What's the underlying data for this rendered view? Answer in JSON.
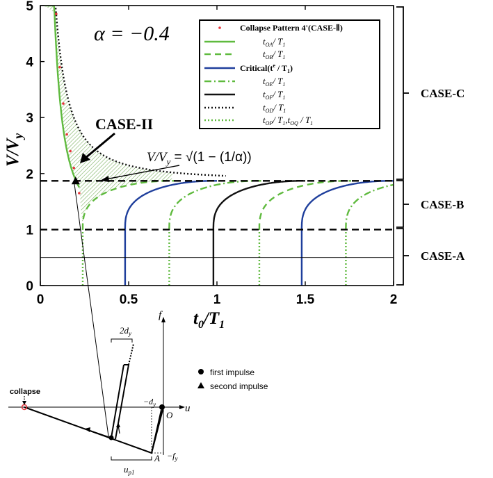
{
  "chart_data": {
    "type": "line",
    "title": "",
    "xlabel_main": "t",
    "xlabel_sub": "0",
    "xlabel_rest": "/T",
    "xlabel_sub2": "1",
    "ylabel_main": "V/V",
    "ylabel_sub": "y",
    "xlim": [
      0,
      2
    ],
    "ylim": [
      0,
      5
    ],
    "x_ticks": [
      0,
      0.5,
      1,
      1.5,
      2
    ],
    "x_tick_labels": [
      "0",
      "0.5",
      "1",
      "1.5",
      "2"
    ],
    "y_ticks": [
      0,
      1,
      2,
      3,
      4,
      5
    ],
    "y_tick_labels": [
      "0",
      "1",
      "2",
      "3",
      "4",
      "5"
    ],
    "alpha_label": "α = −0.4",
    "case2_label": "CASE-II",
    "formula_label": "V/V",
    "formula_sub": "y",
    "formula_rest": " = √(1 − (1/α))",
    "case_labels": [
      "CASE-C",
      "CASE-B",
      "CASE-A"
    ],
    "reference_levels": {
      "asymptote": 1.87,
      "yield": 1.0,
      "thin_line": 0.5
    },
    "legend": [
      {
        "label": "Collapse Pattern 4'(CASE-Ⅱ)",
        "style": "points",
        "color": "#e8343a"
      },
      {
        "label": "t",
        "sub": "OA",
        "rest": "/ T",
        "sub2": "1",
        "style": "solid",
        "color": "#5fba3e"
      },
      {
        "label": "t",
        "sub": "OB",
        "rest": "/ T",
        "sub2": "1",
        "style": "dashed",
        "color": "#5fba3e"
      },
      {
        "label": "Critical(t",
        "sup": "e",
        "rest": " / T",
        "sub2": "1",
        "tail": ")",
        "style": "solid",
        "color": "#1f3f9c"
      },
      {
        "label": "t",
        "sub": "OE",
        "rest": "/ T",
        "sub2": "1",
        "style": "dashdot",
        "color": "#5fba3e"
      },
      {
        "label": "t",
        "sub": "OF",
        "rest": "/ T",
        "sub2": "1",
        "style": "solid",
        "color": "#111111"
      },
      {
        "label": "t",
        "sub": "OD",
        "rest": "/ T",
        "sub2": "1",
        "style": "dotted",
        "color": "#111111"
      },
      {
        "label": "t",
        "sub": "OP",
        "rest": "/ T",
        "sub2": "1",
        "tail": ",t",
        "sub3": "OQ",
        "rest2": " / T",
        "sub4": "1",
        "style": "dotted",
        "color": "#5fba3e"
      }
    ],
    "series": [
      {
        "name": "tOA/T1",
        "style": "solid",
        "color": "#5fba3e",
        "kind": "decay",
        "x0": 0.0,
        "x_end": 0.22
      },
      {
        "name": "tOD/T1",
        "style": "dotted",
        "color": "#111111",
        "kind": "decay",
        "x0": 0.0,
        "x_end": 1.0
      },
      {
        "name": "tOB/T1",
        "style": "dashed",
        "color": "#5fba3e",
        "kind": "rise",
        "x0": 0.24
      },
      {
        "name": "Critical(te/T1)",
        "style": "solid",
        "color": "#1f3f9c",
        "kind": "rise",
        "x0": 0.48
      },
      {
        "name": "tOE/T1",
        "style": "dashdot",
        "color": "#5fba3e",
        "kind": "rise",
        "x0": 0.73
      },
      {
        "name": "tOF/T1",
        "style": "solid",
        "color": "#111111",
        "kind": "rise",
        "x0": 0.98
      },
      {
        "name": "tOB/T1",
        "style": "dashed",
        "color": "#5fba3e",
        "kind": "rise",
        "x0": 1.24
      },
      {
        "name": "Critical(te/T1)",
        "style": "solid",
        "color": "#1f3f9c",
        "kind": "rise",
        "x0": 1.48
      },
      {
        "name": "tOE/T1",
        "style": "dashdot",
        "color": "#5fba3e",
        "kind": "rise",
        "x0": 1.73
      }
    ],
    "vertical_lines": [
      {
        "x": 0.24,
        "style": "dotted",
        "color": "#5fba3e"
      },
      {
        "x": 0.48,
        "style": "solid",
        "color": "#1f3f9c"
      },
      {
        "x": 0.73,
        "style": "dotted",
        "color": "#5fba3e"
      },
      {
        "x": 0.98,
        "style": "solid",
        "color": "#111111"
      },
      {
        "x": 1.24,
        "style": "dotted",
        "color": "#5fba3e"
      },
      {
        "x": 1.48,
        "style": "solid",
        "color": "#1f3f9c"
      },
      {
        "x": 1.73,
        "style": "dotted",
        "color": "#5fba3e"
      }
    ],
    "collapse_points": [
      {
        "x": 0.09,
        "y": 4.85
      },
      {
        "x": 0.11,
        "y": 3.9
      },
      {
        "x": 0.13,
        "y": 3.25
      },
      {
        "x": 0.15,
        "y": 2.7
      },
      {
        "x": 0.17,
        "y": 2.4
      },
      {
        "x": 0.19,
        "y": 2.1
      },
      {
        "x": 0.21,
        "y": 1.85
      },
      {
        "x": 0.22,
        "y": 1.65
      }
    ],
    "marker_point": {
      "x": 0.2,
      "y": 1.87
    }
  },
  "inset": {
    "axis_f": "f",
    "axis_u": "u",
    "origin": "O",
    "point_A": "A",
    "neg_dy": "−d",
    "neg_dy_sub": "y",
    "neg_fy": "−f",
    "neg_fy_sub": "y",
    "two_dy": "2d",
    "two_dy_sub": "y",
    "up1": "u",
    "up1_sub": "p1",
    "collapse_label": "collapse",
    "legend_first": "first impulse",
    "legend_second": "second impulse"
  }
}
